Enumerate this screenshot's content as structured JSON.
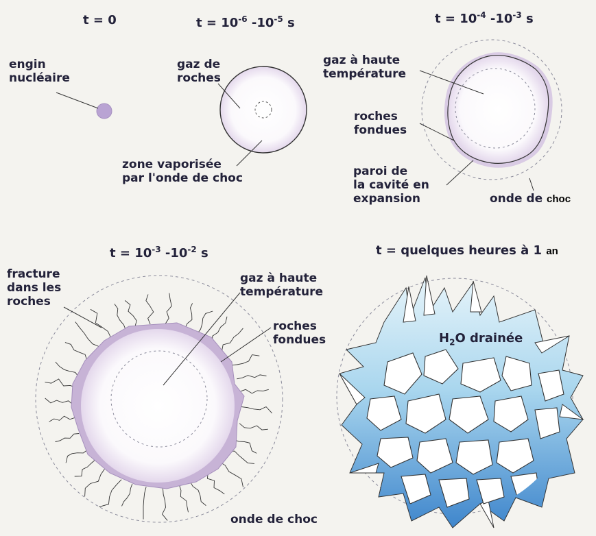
{
  "panel1": {
    "time": {
      "base": "t = 0"
    },
    "labels": {
      "device_line1": "engin",
      "device_line2": "nucléaire"
    }
  },
  "panel2": {
    "time": {
      "base": "t = 10",
      "exp1": "-6",
      "mid": " -10",
      "exp2": "-5",
      "unit": " s"
    },
    "labels": {
      "gas_line1": "gaz de",
      "gas_line2": "roches",
      "zone_line1": "zone vaporisée",
      "zone_line2": "par l'onde de choc"
    }
  },
  "panel3": {
    "time": {
      "base": "t = 10",
      "exp1": "-4",
      "mid": " -10",
      "exp2": "-3",
      "unit": " s"
    },
    "labels": {
      "hotgas_line1": "gaz à haute",
      "hotgas_line2": "température",
      "molten_line1": "roches",
      "molten_line2": "fondues",
      "wall_line1": "paroi de",
      "wall_line2": "la cavité en",
      "wall_line3": "expansion",
      "shock_prefix": "onde de",
      "shock_suffix": "choc"
    }
  },
  "panel4": {
    "time": {
      "base": "t = 10",
      "exp1": "-3",
      "mid": " -10",
      "exp2": "-2",
      "unit": " s"
    },
    "labels": {
      "fracture_line1": "fracture",
      "fracture_line2": "dans les",
      "fracture_line3": "roches",
      "hotgas_line1": "gaz à haute",
      "hotgas_line2": "température",
      "molten_line1": "roches",
      "molten_line2": "fondues",
      "shock": "onde de choc"
    }
  },
  "panel5": {
    "time": {
      "prefix": "t = quelques heures à 1",
      "suffix": "an"
    },
    "labels": {
      "water_pre": "H",
      "water_sub": "2",
      "water_post": "O drainée"
    }
  },
  "colors": {
    "background": "#f4f3ef",
    "text": "#23223a",
    "cavity_fill": "#ffffff",
    "molten_purple": "#c7b3d6",
    "device": "#b9a3d3",
    "water_light": "#cfeaf5",
    "water_dark": "#4a8fd0",
    "dashed": "#8a8a9a"
  }
}
